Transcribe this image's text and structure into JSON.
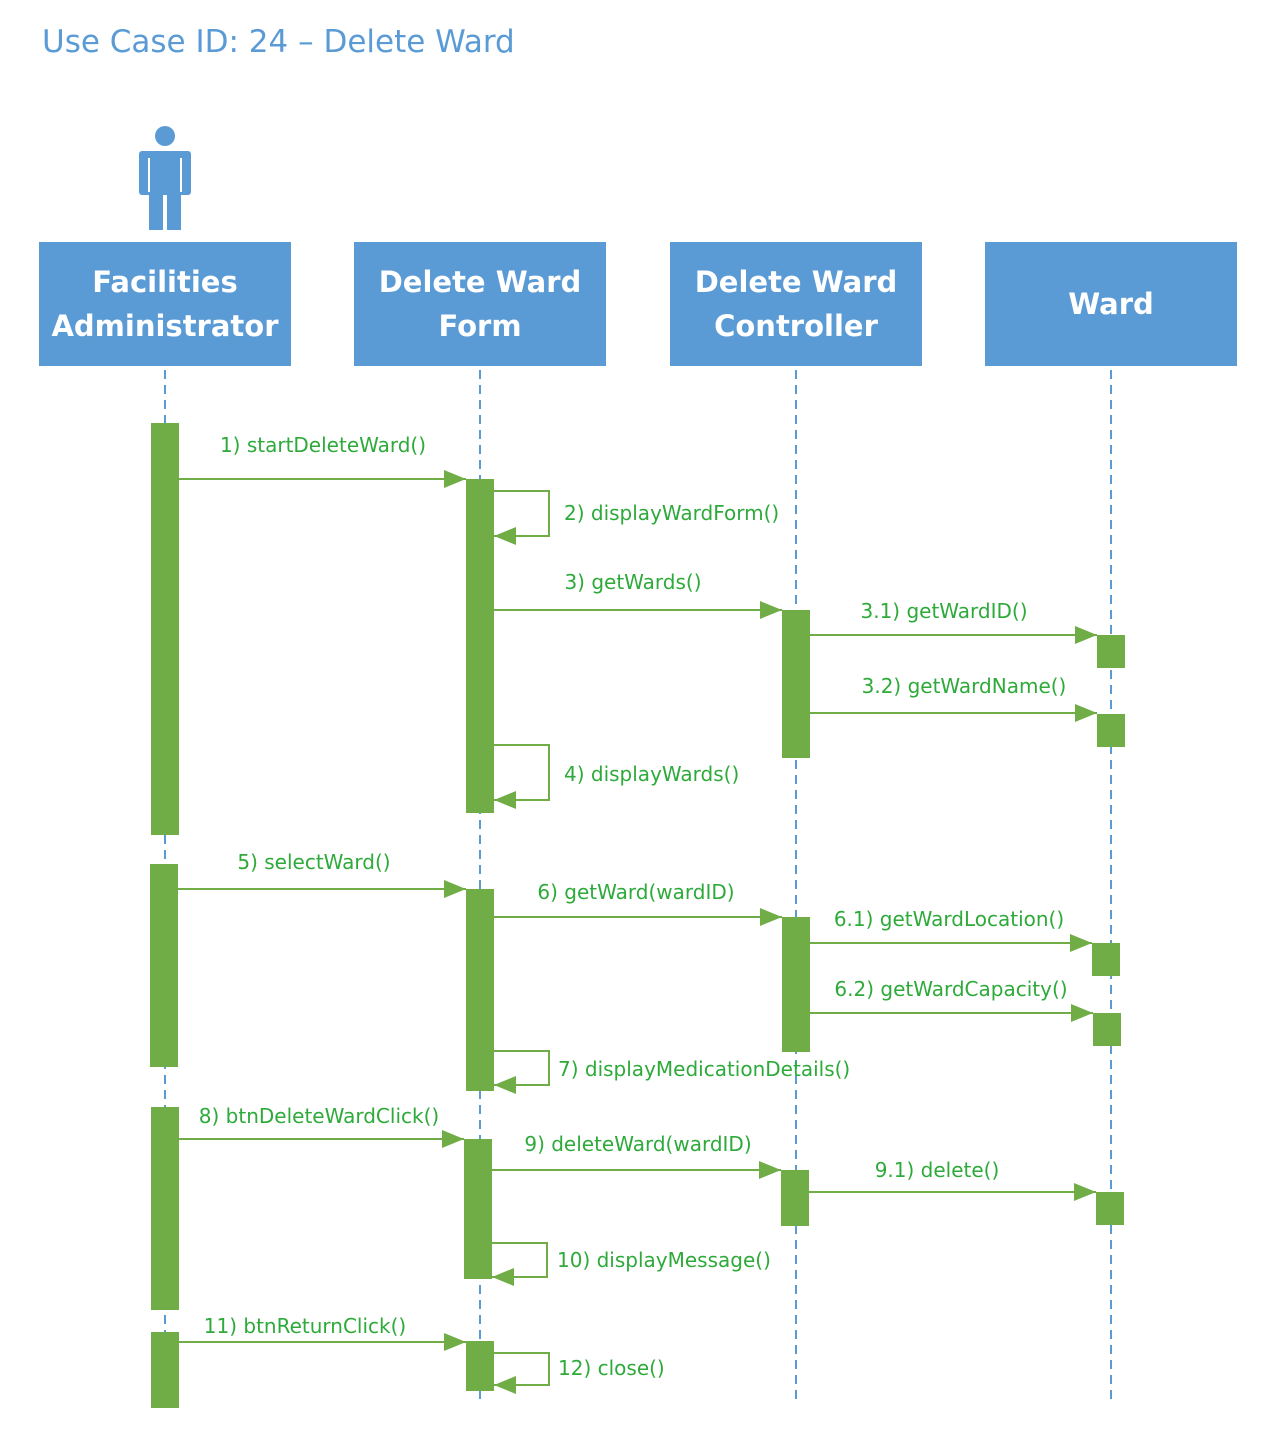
{
  "title": "Use Case ID: 24 – Delete Ward",
  "colors": {
    "participant_fill": "#5b9bd5",
    "participant_text": "#ffffff",
    "lifeline": "#5b9bd5",
    "activation": "#70ad47",
    "message_line": "#70ad47",
    "message_label": "#2eaa3a",
    "title": "#5b9bd5"
  },
  "actor_icon": "person-icon",
  "participants": [
    {
      "id": "admin",
      "lines": [
        "Facilities",
        "Administrator"
      ]
    },
    {
      "id": "form",
      "lines": [
        "Delete Ward",
        "Form"
      ]
    },
    {
      "id": "controller",
      "lines": [
        "Delete Ward",
        "Controller"
      ]
    },
    {
      "id": "ward",
      "lines": [
        "Ward"
      ]
    }
  ],
  "messages": [
    {
      "label": "1) startDeleteWard()",
      "from": "admin",
      "to": "form"
    },
    {
      "label": "2) displayWardForm()",
      "from": "form",
      "to": "form"
    },
    {
      "label": "3) getWards()",
      "from": "form",
      "to": "controller"
    },
    {
      "label": "3.1) getWardID()",
      "from": "controller",
      "to": "ward"
    },
    {
      "label": "3.2) getWardName()",
      "from": "controller",
      "to": "ward"
    },
    {
      "label": "4) displayWards()",
      "from": "form",
      "to": "form"
    },
    {
      "label": "5) selectWard()",
      "from": "admin",
      "to": "form"
    },
    {
      "label": "6) getWard(wardID)",
      "from": "form",
      "to": "controller"
    },
    {
      "label": "6.1) getWardLocation()",
      "from": "controller",
      "to": "ward"
    },
    {
      "label": "6.2) getWardCapacity()",
      "from": "controller",
      "to": "ward"
    },
    {
      "label": "7) displayMedicationDetails()",
      "from": "form",
      "to": "form"
    },
    {
      "label": "8) btnDeleteWardClick()",
      "from": "admin",
      "to": "form"
    },
    {
      "label": "9) deleteWard(wardID)",
      "from": "form",
      "to": "controller"
    },
    {
      "label": "9.1) delete()",
      "from": "controller",
      "to": "ward"
    },
    {
      "label": "10) displayMessage()",
      "from": "form",
      "to": "form"
    },
    {
      "label": "11) btnReturnClick()",
      "from": "admin",
      "to": "form"
    },
    {
      "label": "12) close()",
      "from": "form",
      "to": "form"
    }
  ]
}
